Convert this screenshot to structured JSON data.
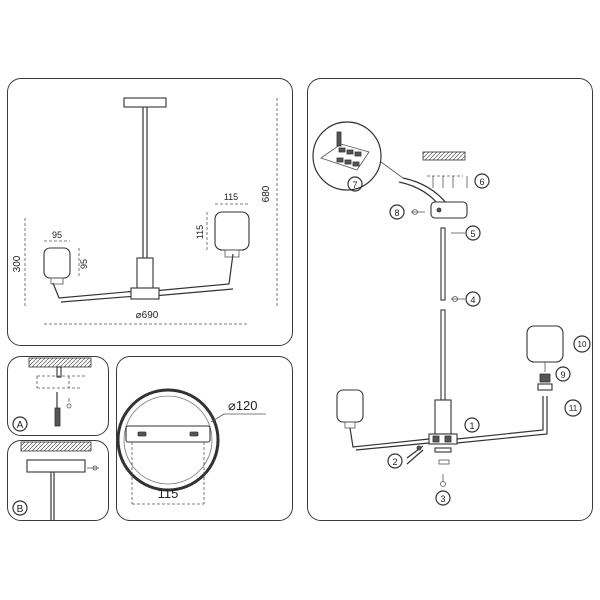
{
  "overview": {
    "height": "680",
    "width": "⌀690",
    "lamp_left_width": "95",
    "lamp_left_height": "95",
    "lamp_right_width": "115",
    "lamp_right_height": "115",
    "drop_height": "300"
  },
  "mounting": {
    "label_a": "A",
    "label_b": "B"
  },
  "canopy_detail": {
    "diameter": "⌀120",
    "hole_spacing": "115"
  },
  "assembly": {
    "steps": [
      "1",
      "2",
      "3",
      "4",
      "5",
      "6",
      "7",
      "8",
      "9",
      "10",
      "11"
    ]
  }
}
